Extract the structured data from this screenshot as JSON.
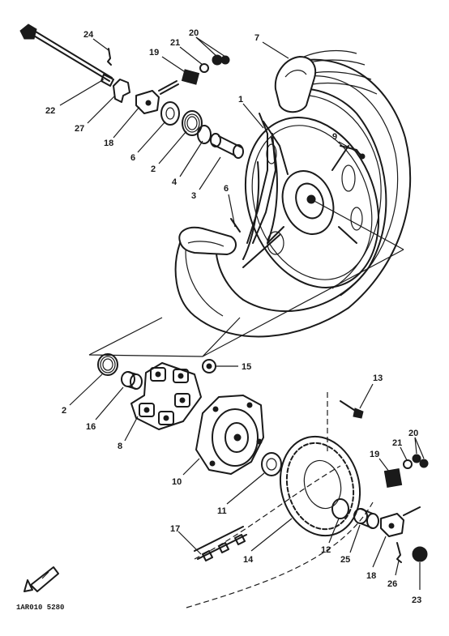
{
  "callouts": [
    {
      "id": "c24",
      "label": "24"
    },
    {
      "id": "c20a",
      "label": "20"
    },
    {
      "id": "c21a",
      "label": "21"
    },
    {
      "id": "c19a",
      "label": "19"
    },
    {
      "id": "c7",
      "label": "7"
    },
    {
      "id": "c1",
      "label": "1"
    },
    {
      "id": "c22",
      "label": "22"
    },
    {
      "id": "c27",
      "label": "27"
    },
    {
      "id": "c18a",
      "label": "18"
    },
    {
      "id": "c6a",
      "label": "6"
    },
    {
      "id": "c2a",
      "label": "2"
    },
    {
      "id": "c4",
      "label": "4"
    },
    {
      "id": "c3",
      "label": "3"
    },
    {
      "id": "c9",
      "label": "9"
    },
    {
      "id": "c6b",
      "label": "6"
    },
    {
      "id": "c15",
      "label": "15"
    },
    {
      "id": "c2b",
      "label": "2"
    },
    {
      "id": "c16",
      "label": "16"
    },
    {
      "id": "c8",
      "label": "8"
    },
    {
      "id": "c13",
      "label": "13"
    },
    {
      "id": "c10",
      "label": "10"
    },
    {
      "id": "c11",
      "label": "11"
    },
    {
      "id": "c20b",
      "label": "20"
    },
    {
      "id": "c21b",
      "label": "21"
    },
    {
      "id": "c19b",
      "label": "19"
    },
    {
      "id": "c17",
      "label": "17"
    },
    {
      "id": "c14",
      "label": "14"
    },
    {
      "id": "c12",
      "label": "12"
    },
    {
      "id": "c25",
      "label": "25"
    },
    {
      "id": "c18b",
      "label": "18"
    },
    {
      "id": "c26",
      "label": "26"
    },
    {
      "id": "c23",
      "label": "23"
    }
  ],
  "drawing_code": "1AR010 5280",
  "icons": {
    "direction_arrow": "front-direction-arrow-icon"
  }
}
